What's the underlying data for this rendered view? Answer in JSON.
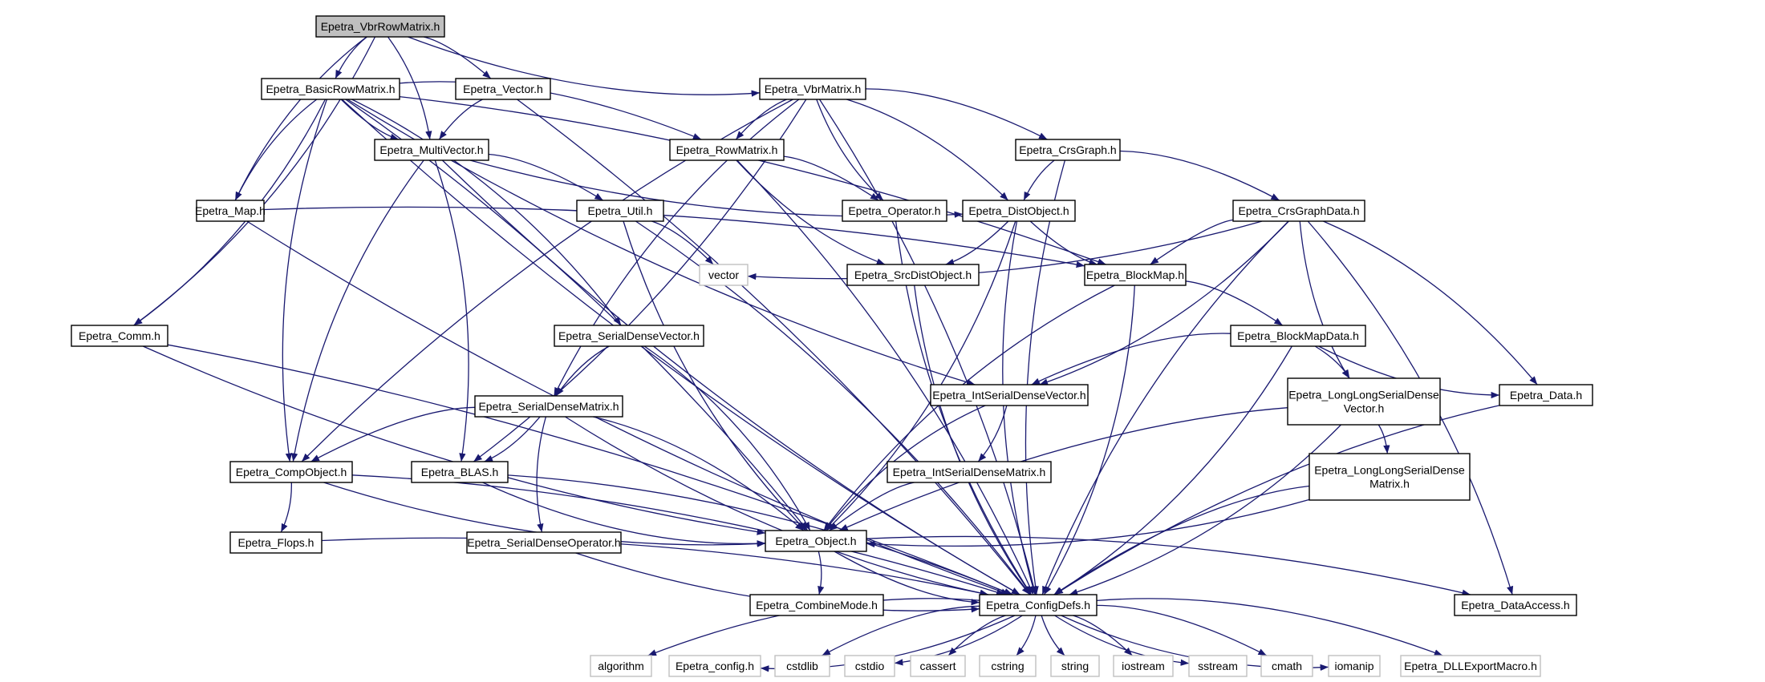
{
  "diagram": {
    "nodes": [
      {
        "id": "root",
        "label": "Epetra_VbrRowMatrix.h",
        "kind": "root"
      },
      {
        "id": "basicrow",
        "label": "Epetra_BasicRowMatrix.h"
      },
      {
        "id": "vector",
        "label": "Epetra_Vector.h"
      },
      {
        "id": "vbrmatrix",
        "label": "Epetra_VbrMatrix.h"
      },
      {
        "id": "multivec",
        "label": "Epetra_MultiVector.h"
      },
      {
        "id": "rowmatrix",
        "label": "Epetra_RowMatrix.h"
      },
      {
        "id": "crsgraph",
        "label": "Epetra_CrsGraph.h"
      },
      {
        "id": "map",
        "label": "Epetra_Map.h"
      },
      {
        "id": "util",
        "label": "Epetra_Util.h"
      },
      {
        "id": "operator",
        "label": "Epetra_Operator.h"
      },
      {
        "id": "distobj",
        "label": "Epetra_DistObject.h"
      },
      {
        "id": "crsgraphdata",
        "label": "Epetra_CrsGraphData.h"
      },
      {
        "id": "vectorstd",
        "label": "vector",
        "kind": "ext"
      },
      {
        "id": "srcdist",
        "label": "Epetra_SrcDistObject.h"
      },
      {
        "id": "blockmap",
        "label": "Epetra_BlockMap.h"
      },
      {
        "id": "comm",
        "label": "Epetra_Comm.h"
      },
      {
        "id": "sdvector",
        "label": "Epetra_SerialDenseVector.h"
      },
      {
        "id": "blockmapdata",
        "label": "Epetra_BlockMapData.h"
      },
      {
        "id": "sdmatrix",
        "label": "Epetra_SerialDenseMatrix.h"
      },
      {
        "id": "isdvector",
        "label": "Epetra_IntSerialDenseVector.h"
      },
      {
        "id": "llsdvector",
        "label": "Epetra_LongLongSerialDense\nVector.h"
      },
      {
        "id": "data",
        "label": "Epetra_Data.h"
      },
      {
        "id": "compobj",
        "label": "Epetra_CompObject.h"
      },
      {
        "id": "blas",
        "label": "Epetra_BLAS.h"
      },
      {
        "id": "isdmatrix",
        "label": "Epetra_IntSerialDenseMatrix.h"
      },
      {
        "id": "llsdmatrix",
        "label": "Epetra_LongLongSerialDense\nMatrix.h"
      },
      {
        "id": "flops",
        "label": "Epetra_Flops.h"
      },
      {
        "id": "sdoperator",
        "label": "Epetra_SerialDenseOperator.h"
      },
      {
        "id": "object",
        "label": "Epetra_Object.h"
      },
      {
        "id": "combinemode",
        "label": "Epetra_CombineMode.h"
      },
      {
        "id": "configdefs",
        "label": "Epetra_ConfigDefs.h"
      },
      {
        "id": "dataaccess",
        "label": "Epetra_DataAccess.h"
      },
      {
        "id": "algorithm",
        "label": "algorithm",
        "kind": "ext"
      },
      {
        "id": "config",
        "label": "Epetra_config.h",
        "kind": "ext"
      },
      {
        "id": "cstdlib",
        "label": "cstdlib",
        "kind": "ext"
      },
      {
        "id": "cstdio",
        "label": "cstdio",
        "kind": "ext"
      },
      {
        "id": "cassert",
        "label": "cassert",
        "kind": "ext"
      },
      {
        "id": "cstring",
        "label": "cstring",
        "kind": "ext"
      },
      {
        "id": "string",
        "label": "string",
        "kind": "ext"
      },
      {
        "id": "iostream",
        "label": "iostream",
        "kind": "ext"
      },
      {
        "id": "sstream",
        "label": "sstream",
        "kind": "ext"
      },
      {
        "id": "cmath",
        "label": "cmath",
        "kind": "ext"
      },
      {
        "id": "iomanip",
        "label": "iomanip",
        "kind": "ext"
      },
      {
        "id": "dllexport",
        "label": "Epetra_DLLExportMacro.h",
        "kind": "ext"
      }
    ],
    "edges": [
      [
        "root",
        "basicrow"
      ],
      [
        "root",
        "vector"
      ],
      [
        "root",
        "vbrmatrix"
      ],
      [
        "root",
        "multivec"
      ],
      [
        "root",
        "map"
      ],
      [
        "root",
        "comm"
      ],
      [
        "basicrow",
        "multivec"
      ],
      [
        "basicrow",
        "rowmatrix"
      ],
      [
        "basicrow",
        "map"
      ],
      [
        "basicrow",
        "comm"
      ],
      [
        "basicrow",
        "compobj"
      ],
      [
        "basicrow",
        "sdvector"
      ],
      [
        "basicrow",
        "isdvector"
      ],
      [
        "basicrow",
        "object"
      ],
      [
        "basicrow",
        "configdefs"
      ],
      [
        "basicrow",
        "blockmap"
      ],
      [
        "vector",
        "multivec"
      ],
      [
        "vector",
        "configdefs"
      ],
      [
        "vbrmatrix",
        "rowmatrix"
      ],
      [
        "vbrmatrix",
        "crsgraph"
      ],
      [
        "vbrmatrix",
        "operator"
      ],
      [
        "vbrmatrix",
        "distobj"
      ],
      [
        "vbrmatrix",
        "compobj"
      ],
      [
        "vbrmatrix",
        "blas"
      ],
      [
        "vbrmatrix",
        "sdmatrix"
      ],
      [
        "vbrmatrix",
        "configdefs"
      ],
      [
        "multivec",
        "distobj"
      ],
      [
        "multivec",
        "util"
      ],
      [
        "multivec",
        "compobj"
      ],
      [
        "multivec",
        "blas"
      ],
      [
        "multivec",
        "configdefs"
      ],
      [
        "rowmatrix",
        "operator"
      ],
      [
        "rowmatrix",
        "srcdist"
      ],
      [
        "rowmatrix",
        "configdefs"
      ],
      [
        "crsgraph",
        "distobj"
      ],
      [
        "crsgraph",
        "crsgraphdata"
      ],
      [
        "crsgraph",
        "configdefs"
      ],
      [
        "map",
        "blockmap"
      ],
      [
        "map",
        "configdefs"
      ],
      [
        "util",
        "vectorstd"
      ],
      [
        "util",
        "object"
      ],
      [
        "util",
        "configdefs"
      ],
      [
        "operator",
        "configdefs"
      ],
      [
        "distobj",
        "srcdist"
      ],
      [
        "distobj",
        "blockmap"
      ],
      [
        "distobj",
        "object"
      ],
      [
        "distobj",
        "configdefs"
      ],
      [
        "crsgraphdata",
        "vectorstd"
      ],
      [
        "crsgraphdata",
        "blockmap"
      ],
      [
        "crsgraphdata",
        "isdvector"
      ],
      [
        "crsgraphdata",
        "llsdvector"
      ],
      [
        "crsgraphdata",
        "data"
      ],
      [
        "crsgraphdata",
        "configdefs"
      ],
      [
        "crsgraphdata",
        "dataaccess"
      ],
      [
        "srcdist",
        "configdefs"
      ],
      [
        "blockmap",
        "blockmapdata"
      ],
      [
        "blockmap",
        "object"
      ],
      [
        "blockmap",
        "configdefs"
      ],
      [
        "comm",
        "object"
      ],
      [
        "comm",
        "configdefs"
      ],
      [
        "sdvector",
        "sdmatrix"
      ],
      [
        "sdvector",
        "object"
      ],
      [
        "blockmapdata",
        "isdvector"
      ],
      [
        "blockmapdata",
        "llsdvector"
      ],
      [
        "blockmapdata",
        "data"
      ],
      [
        "blockmapdata",
        "configdefs"
      ],
      [
        "sdmatrix",
        "compobj"
      ],
      [
        "sdmatrix",
        "blas"
      ],
      [
        "sdmatrix",
        "sdoperator"
      ],
      [
        "sdmatrix",
        "object"
      ],
      [
        "sdmatrix",
        "configdefs"
      ],
      [
        "isdvector",
        "isdmatrix"
      ],
      [
        "isdvector",
        "object"
      ],
      [
        "llsdvector",
        "llsdmatrix"
      ],
      [
        "llsdvector",
        "object"
      ],
      [
        "llsdvector",
        "configdefs"
      ],
      [
        "data",
        "configdefs"
      ],
      [
        "compobj",
        "flops"
      ],
      [
        "compobj",
        "object"
      ],
      [
        "compobj",
        "configdefs"
      ],
      [
        "blas",
        "object"
      ],
      [
        "blas",
        "configdefs"
      ],
      [
        "isdmatrix",
        "object"
      ],
      [
        "llsdmatrix",
        "object"
      ],
      [
        "llsdmatrix",
        "configdefs"
      ],
      [
        "flops",
        "configdefs"
      ],
      [
        "sdoperator",
        "configdefs"
      ],
      [
        "object",
        "combinemode"
      ],
      [
        "object",
        "configdefs"
      ],
      [
        "object",
        "dataaccess"
      ],
      [
        "configdefs",
        "algorithm"
      ],
      [
        "configdefs",
        "config"
      ],
      [
        "configdefs",
        "cstdlib"
      ],
      [
        "configdefs",
        "cstdio"
      ],
      [
        "configdefs",
        "cassert"
      ],
      [
        "configdefs",
        "cstring"
      ],
      [
        "configdefs",
        "string"
      ],
      [
        "configdefs",
        "iostream"
      ],
      [
        "configdefs",
        "sstream"
      ],
      [
        "configdefs",
        "cmath"
      ],
      [
        "configdefs",
        "iomanip"
      ],
      [
        "configdefs",
        "dllexport"
      ]
    ]
  }
}
